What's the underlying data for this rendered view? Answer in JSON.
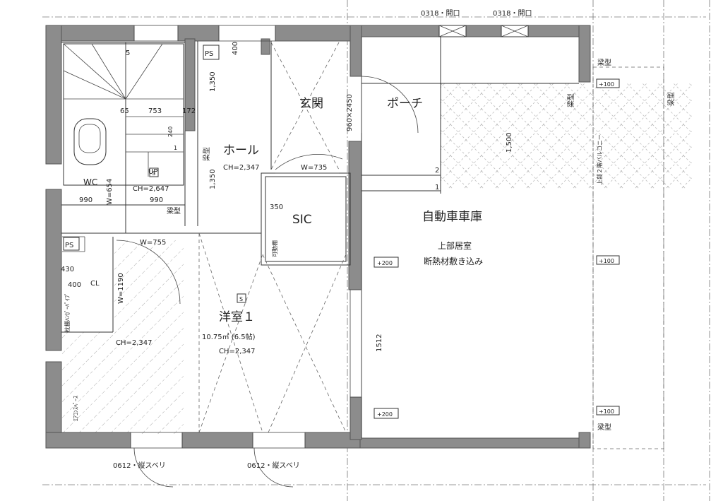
{
  "rooms": {
    "wc": "WC",
    "hall": "ホール",
    "genkan": "玄関",
    "porch": "ポーチ",
    "sic": "SIC",
    "garage": "自動車車庫",
    "garage_note1": "上部居室",
    "garage_note2": "断熱材敷き込み",
    "bedroom": "洋室１",
    "bedroom_area": "10.75㎡ (6.5帖)",
    "ps": "PS",
    "cl": "CL",
    "aircon": "ｴｱｺﾝｽﾍﾟｰｽ",
    "shelf": "枕棚ﾊﾝｶﾞｰﾊﾟｲﾌﾟ",
    "movable_shelf": "可動棚",
    "balcony": "上部２階バルコニー"
  },
  "ceiling_heights": {
    "hall": "CH=2,347",
    "stair": "CH=2,647",
    "bedroom": "CH=2,347",
    "closet": "CH=2,347"
  },
  "widths": {
    "wc": "W=654",
    "hall_door": "W=735",
    "bedroom_door": "W=755",
    "closet": "W=1190"
  },
  "dimensions": {
    "d65": "65",
    "d753": "753",
    "d172": "172",
    "d240": "240",
    "d1": "1",
    "d990a": "990",
    "d990b": "990",
    "d1350a": "1,350",
    "d1350b": "1,350",
    "d400": "400",
    "d350": "350",
    "d430": "430",
    "d400b": "400",
    "d1500": "1,500",
    "d1512": "1512",
    "d5": "5",
    "step2": "2",
    "step1": "1",
    "door_size": "960×2450"
  },
  "labels": {
    "beam": "梁型",
    "up": "UP",
    "s": "S",
    "plus100": "+100",
    "plus200": "+200",
    "window_bottom": "0612・縦スベリ",
    "window_top": "0318・開口"
  }
}
